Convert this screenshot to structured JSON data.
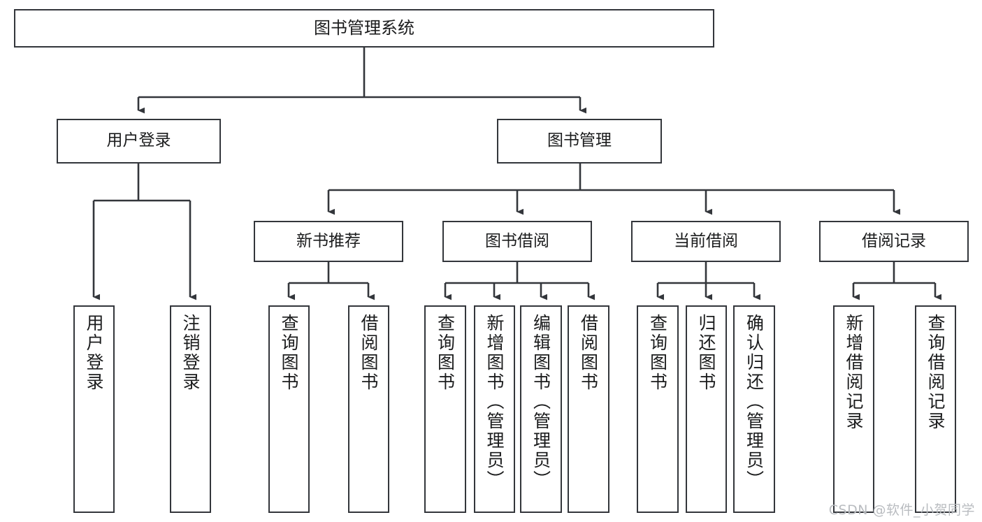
{
  "diagram": {
    "title": "图书管理系统",
    "watermark": "CSDN @软件_小贺同学",
    "colors": {
      "box_border": "#33363b",
      "box_fill": "#ffffff",
      "edge": "#33363b",
      "text": "#1b1c1d",
      "watermark": "#b9bcc0"
    },
    "nodes": {
      "root": {
        "label": "图书管理系统"
      },
      "level2": [
        {
          "label": "用户登录"
        },
        {
          "label": "图书管理"
        }
      ],
      "level3": [
        {
          "label": "新书推荐"
        },
        {
          "label": "图书借阅"
        },
        {
          "label": "当前借阅"
        },
        {
          "label": "借阅记录"
        }
      ],
      "leaves": {
        "user_login": [
          {
            "label": "用户登录"
          },
          {
            "label": "注销登录"
          }
        ],
        "new_book": [
          {
            "label": "查询图书"
          },
          {
            "label": "借阅图书"
          }
        ],
        "book_borrow": [
          {
            "label": "查询图书"
          },
          {
            "label": "新增图书（管理员）"
          },
          {
            "label": "编辑图书（管理员）"
          },
          {
            "label": "借阅图书"
          }
        ],
        "current_borrow": [
          {
            "label": "查询图书"
          },
          {
            "label": "归还图书"
          },
          {
            "label": "确认归还（管理员）"
          }
        ],
        "borrow_record": [
          {
            "label": "新增借阅记录"
          },
          {
            "label": "查询借阅记录"
          }
        ]
      }
    }
  }
}
